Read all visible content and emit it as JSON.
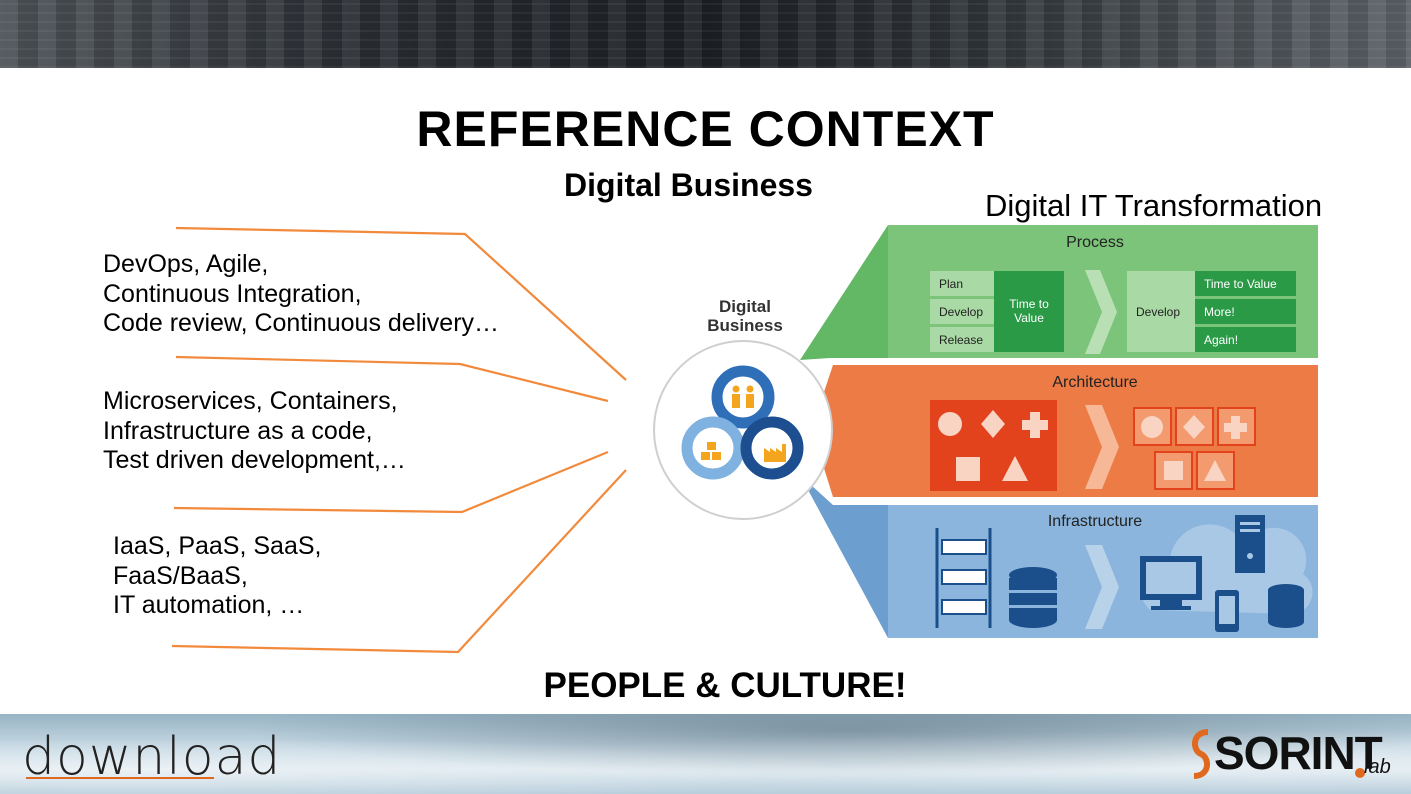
{
  "title": "REFERENCE CONTEXT",
  "subtitle": "Digital Business",
  "transformation_title": "Digital IT Transformation",
  "bullet_groups": [
    [
      "DevOps, Agile,",
      "Continuous Integration,",
      "Code review, Continuous delivery…"
    ],
    [
      "Microservices, Containers,",
      "Infrastructure as a code,",
      "Test driven development,…"
    ],
    [
      "IaaS, PaaS, SaaS,",
      "FaaS/BaaS,",
      "IT automation, …"
    ]
  ],
  "hub": {
    "line1": "Digital",
    "line2": "Business"
  },
  "bands": {
    "process": {
      "label": "Process",
      "left_steps": [
        "Plan",
        "Develop",
        "Release"
      ],
      "left_result_line1": "Time to",
      "left_result_line2": "Value",
      "right_step": "Develop",
      "right_results": [
        "Time to Value",
        "More!",
        "Again!"
      ],
      "color": "#5fb662"
    },
    "architecture": {
      "label": "Architecture",
      "color": "#ea7b47"
    },
    "infrastructure": {
      "label": "Infrastructure",
      "color": "#6b9fd0"
    }
  },
  "footer": "PEOPLE & CULTURE!",
  "logos": {
    "left": "download",
    "right_main": "SORINT",
    "right_sub": "lab"
  },
  "colors": {
    "orange_line": "#f28a3c",
    "accent_orange": "#e0691f"
  }
}
